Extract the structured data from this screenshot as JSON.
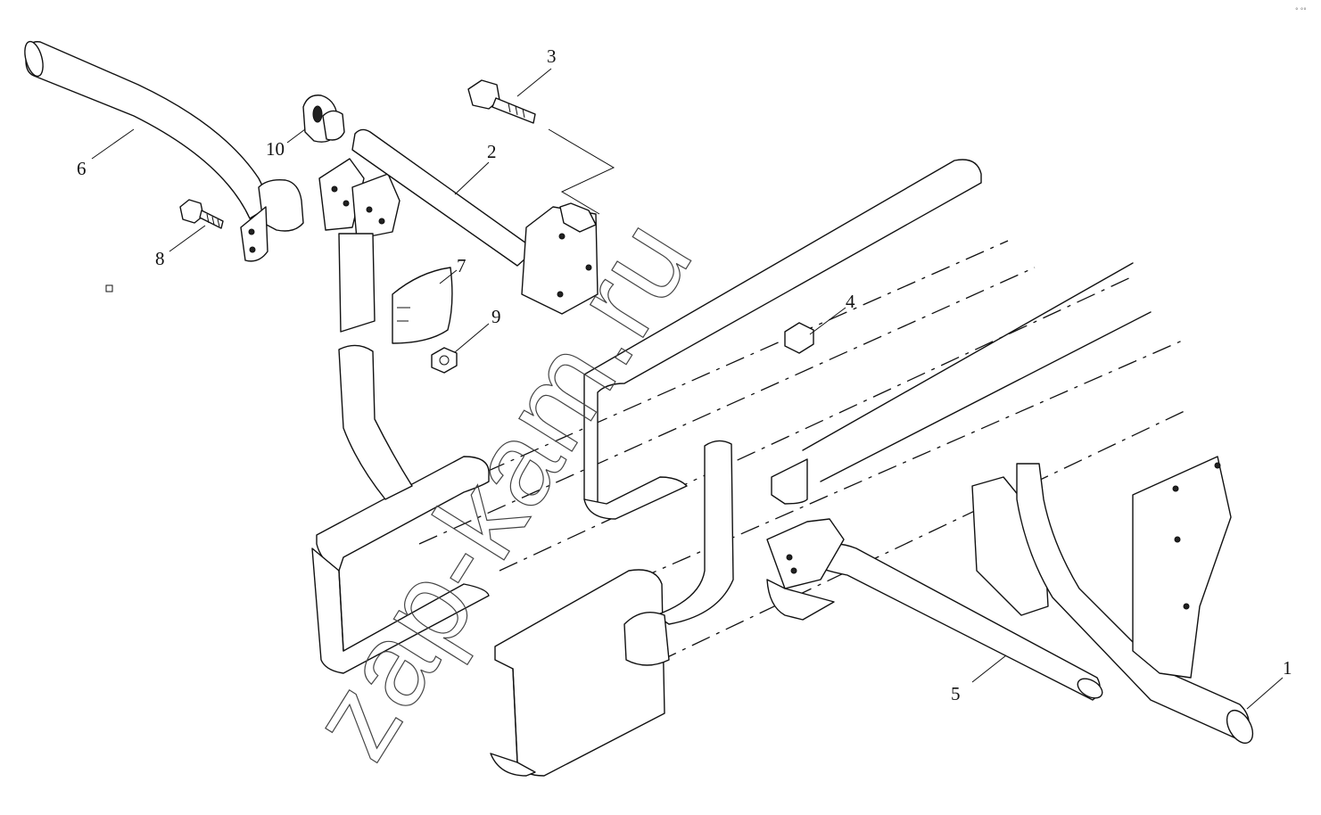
{
  "watermark": "zap-kam.ru",
  "corner_mark": "° °°",
  "callouts": [
    {
      "id": "1",
      "label": "1"
    },
    {
      "id": "2",
      "label": "2"
    },
    {
      "id": "3",
      "label": "3"
    },
    {
      "id": "4",
      "label": "4"
    },
    {
      "id": "5",
      "label": "5"
    },
    {
      "id": "6",
      "label": "6"
    },
    {
      "id": "7",
      "label": "7"
    },
    {
      "id": "8",
      "label": "8"
    },
    {
      "id": "9",
      "label": "9"
    },
    {
      "id": "10",
      "label": "10"
    }
  ]
}
